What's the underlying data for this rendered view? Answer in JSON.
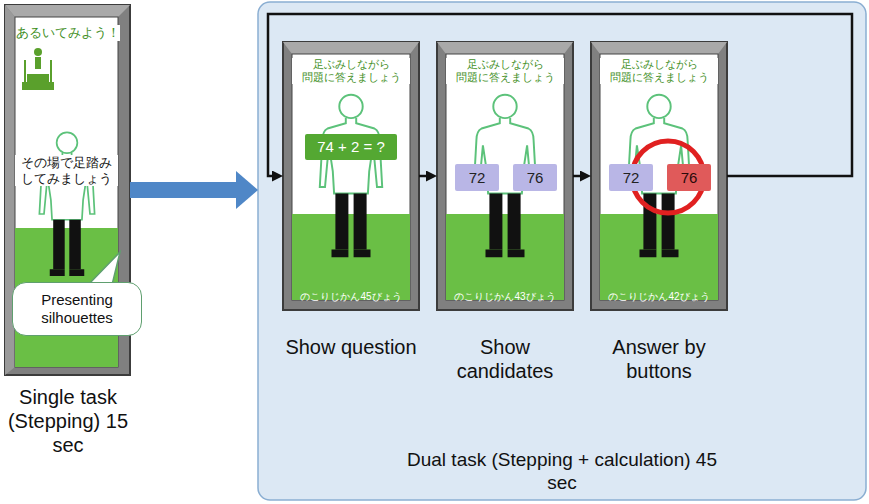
{
  "diagram": {
    "nodes": [
      {
        "text": [
          "あるいてみよう！",
          "その場で足踏み してみましょう",
          "Single task (Stepping) 15 sec"
        ]
      },
      {
        "text": [
          "Presenting silhouettes"
        ],
        "in": 0
      },
      {
        "text": [
          "Dual task (Stepping + calculation) 45 sec"
        ]
      },
      {
        "text": [
          "足ぶみしながら 問題に答えましょう",
          "のこりじかん45びょう",
          "Show question"
        ],
        "in": 2
      },
      {
        "text": [
          "74 + 2 = ?"
        ],
        "in": 3
      },
      {
        "text": [
          "足ぶみしながら 問題に答えましょう",
          "のこりじかん43びょう",
          "Show candidates"
        ],
        "in": 2
      },
      {
        "text": [
          "72"
        ],
        "in": 5
      },
      {
        "text": [
          "76"
        ],
        "in": 5
      },
      {
        "text": [
          "足ぶみしながら 問題に答えましょう",
          "のこりじかん42びょう",
          "Answer by buttons"
        ],
        "in": 2
      },
      {
        "text": [
          "72"
        ],
        "in": 8
      },
      {
        "text": [
          "76"
        ],
        "in": 8
      }
    ],
    "edges": [
      {
        "from": 0,
        "to": 2,
        "arrow": "to"
      },
      {
        "from": 3,
        "to": 5,
        "arrow": "to"
      },
      {
        "from": 5,
        "to": 8,
        "arrow": "to"
      },
      {
        "from": 8,
        "to": 3,
        "arrow": "to"
      }
    ]
  }
}
